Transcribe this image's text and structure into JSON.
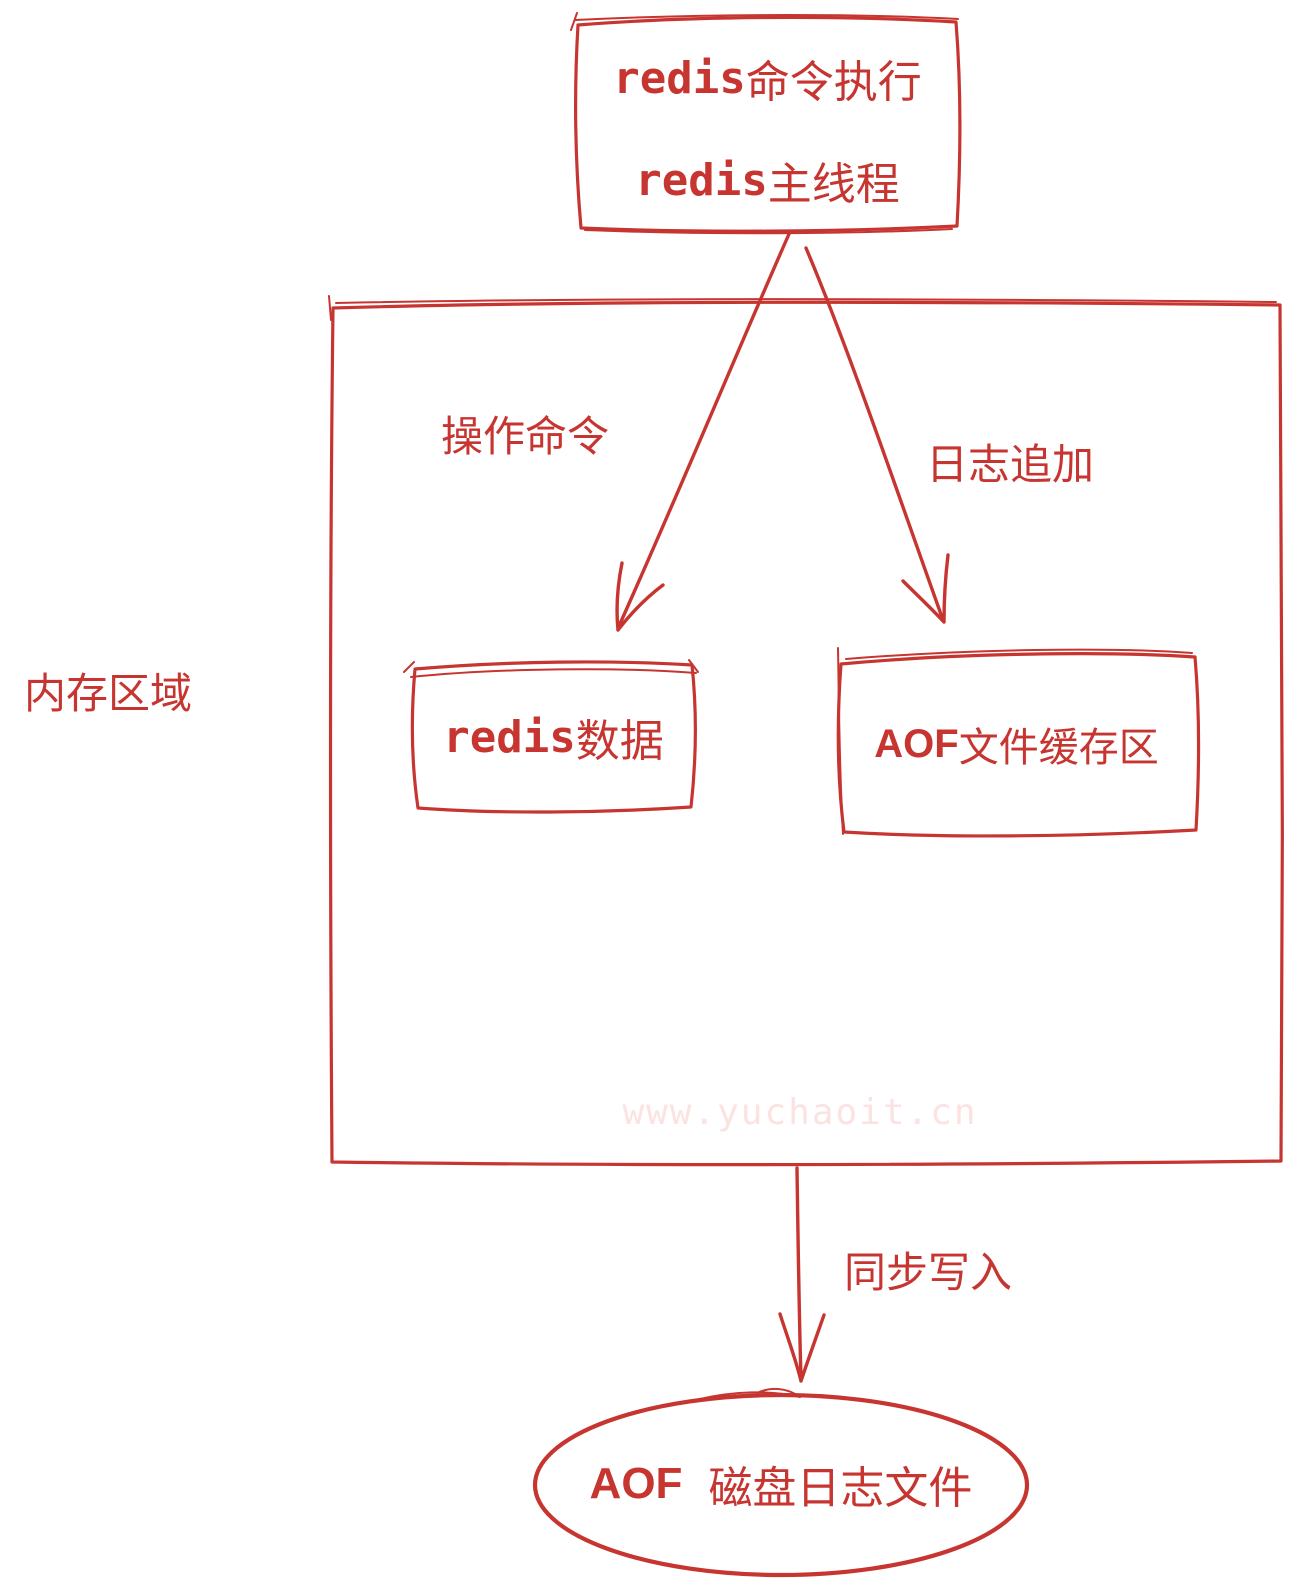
{
  "colors": {
    "ink": "#c73531",
    "watermark": "#fae3e0"
  },
  "top_box": {
    "line1": {
      "latin": "redis",
      "cjk": "命令执行"
    },
    "line2": {
      "latin": "redis",
      "cjk": "主线程"
    }
  },
  "memory_region": {
    "label": "内存区域",
    "redis_data_box": {
      "latin": "redis",
      "cjk": "数据"
    },
    "aof_buffer_box": {
      "latin": "AOF",
      "cjk": "文件缓存区"
    },
    "watermark": "www.yuchaoit.cn"
  },
  "arrows": {
    "operate_command": "操作命令",
    "log_append": "日志追加",
    "sync_write": "同步写入"
  },
  "disk_ellipse": {
    "latin": "AOF",
    "cjk": "磁盘日志文件"
  }
}
